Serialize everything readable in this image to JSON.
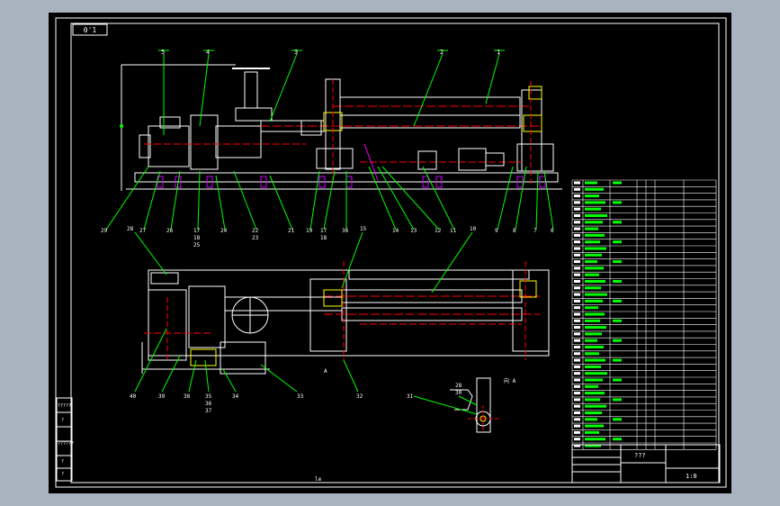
{
  "drawing": {
    "stamp_top_left": "0'1",
    "view_label_a": "A",
    "view_label_b": "向 A",
    "bottom_mark": "le",
    "title_block": {
      "name": "???",
      "scale": "1:0"
    },
    "left_strip": [
      "?????",
      "?",
      "??????",
      "?",
      "?"
    ],
    "balloons_top": [
      "5",
      "4",
      "3",
      "2",
      "1"
    ],
    "balloons_bottom_view1": [
      "29",
      "27",
      "26",
      "17",
      "18",
      "25",
      "24",
      "22",
      "23",
      "21",
      "19",
      "17",
      "18",
      "36",
      "14",
      "13",
      "12",
      "11",
      "9",
      "8",
      "7",
      "6"
    ],
    "balloons_plan": [
      "28",
      "15",
      "10",
      "40",
      "39",
      "38",
      "35",
      "36",
      "37",
      "34",
      "33",
      "32"
    ],
    "balloons_detail": [
      "28",
      "30",
      "31"
    ]
  }
}
